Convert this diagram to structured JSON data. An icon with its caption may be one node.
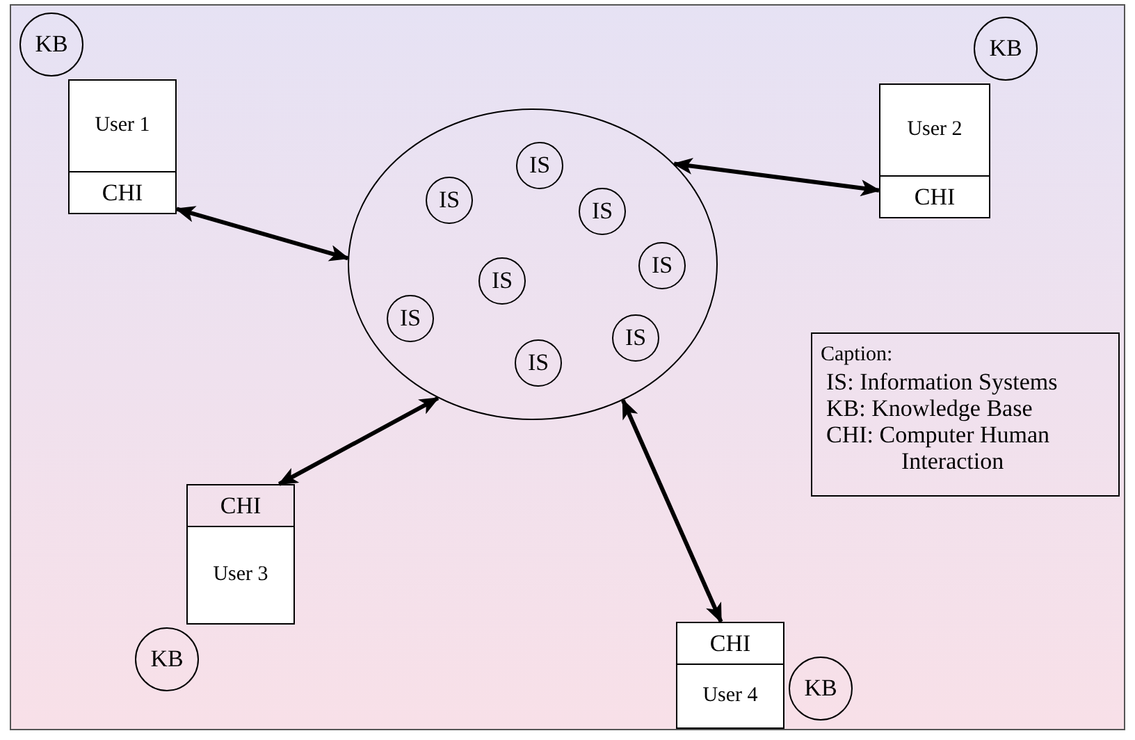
{
  "diagram": {
    "nodes": [
      {
        "text": [
          "KB"
        ]
      },
      {
        "text": [
          "User 1",
          "CHI"
        ]
      },
      {
        "text": [
          "KB"
        ]
      },
      {
        "text": [
          "User 2",
          "CHI"
        ]
      },
      {
        "text": [],
        "shape": "ellipse"
      },
      {
        "text": [
          "IS"
        ],
        "in": 4
      },
      {
        "text": [
          "IS"
        ],
        "in": 4
      },
      {
        "text": [
          "IS"
        ],
        "in": 4
      },
      {
        "text": [
          "IS"
        ],
        "in": 4
      },
      {
        "text": [
          "IS"
        ],
        "in": 4
      },
      {
        "text": [
          "IS"
        ],
        "in": 4
      },
      {
        "text": [
          "IS"
        ],
        "in": 4
      },
      {
        "text": [
          "IS"
        ],
        "in": 4
      },
      {
        "text": [
          "Caption:",
          "IS: Information Systems",
          "KB: Knowledge Base",
          "CHI: Computer Human Interaction"
        ]
      },
      {
        "text": [
          "CHI",
          "User 3"
        ]
      },
      {
        "text": [
          "KB"
        ]
      },
      {
        "text": [
          "CHI",
          "User 4"
        ]
      },
      {
        "text": [
          "KB"
        ]
      }
    ],
    "edges": [
      {
        "from": 1,
        "to": 4,
        "arrow": "both"
      },
      {
        "from": 3,
        "to": 4,
        "arrow": "both"
      },
      {
        "from": 14,
        "to": 4,
        "arrow": "both"
      },
      {
        "from": 16,
        "to": 4,
        "arrow": "both"
      }
    ]
  }
}
